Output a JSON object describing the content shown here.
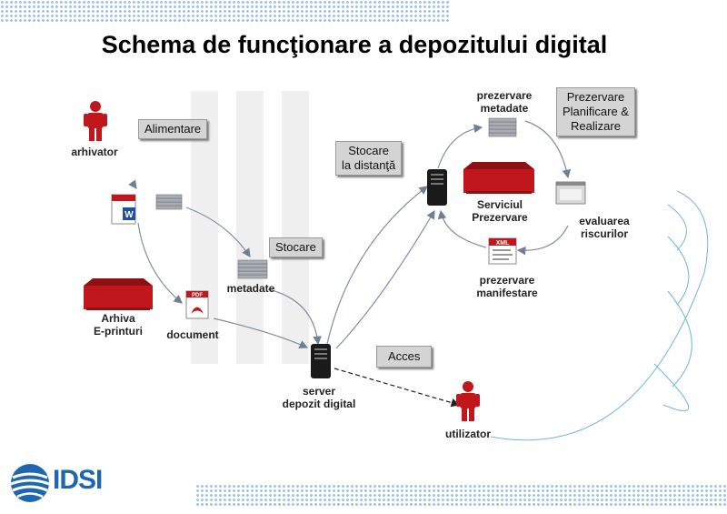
{
  "title": "Schema de funcţionare a depozitului digital",
  "boxes": {
    "alimentare": "Alimentare",
    "stocare": "Stocare",
    "stocare_distanta_1": "Stocare",
    "stocare_distanta_2": "la distanţă",
    "acces": "Acces",
    "prezervare_1": "Prezervare",
    "prezervare_2": "Planificare &",
    "prezervare_3": "Realizare"
  },
  "labels": {
    "arhivator": "arhivator",
    "metadate": "metadate",
    "arhiva_1": "Arhiva",
    "arhiva_2": "E-printuri",
    "document": "document",
    "server_1": "server",
    "server_2": "depozit digital",
    "utilizator": "utilizator",
    "prez_meta_1": "prezervare",
    "prez_meta_2": "metadate",
    "serviciul_1": "Serviciul",
    "serviciul_2": "Prezervare",
    "evaluarea_1": "evaluarea",
    "evaluarea_2": "riscurilor",
    "prez_man_1": "prezervare",
    "prez_man_2": "manifestare"
  },
  "icons": {
    "doc_badge": "W",
    "pdf_badge": "PDF",
    "xml_badge": "XML"
  },
  "logo": "IDSI",
  "colors": {
    "red": "#c0171d",
    "gray_box": "#d4d4d4",
    "arrow": "#7f8fa6",
    "logo_blue": "#1f66b0"
  }
}
